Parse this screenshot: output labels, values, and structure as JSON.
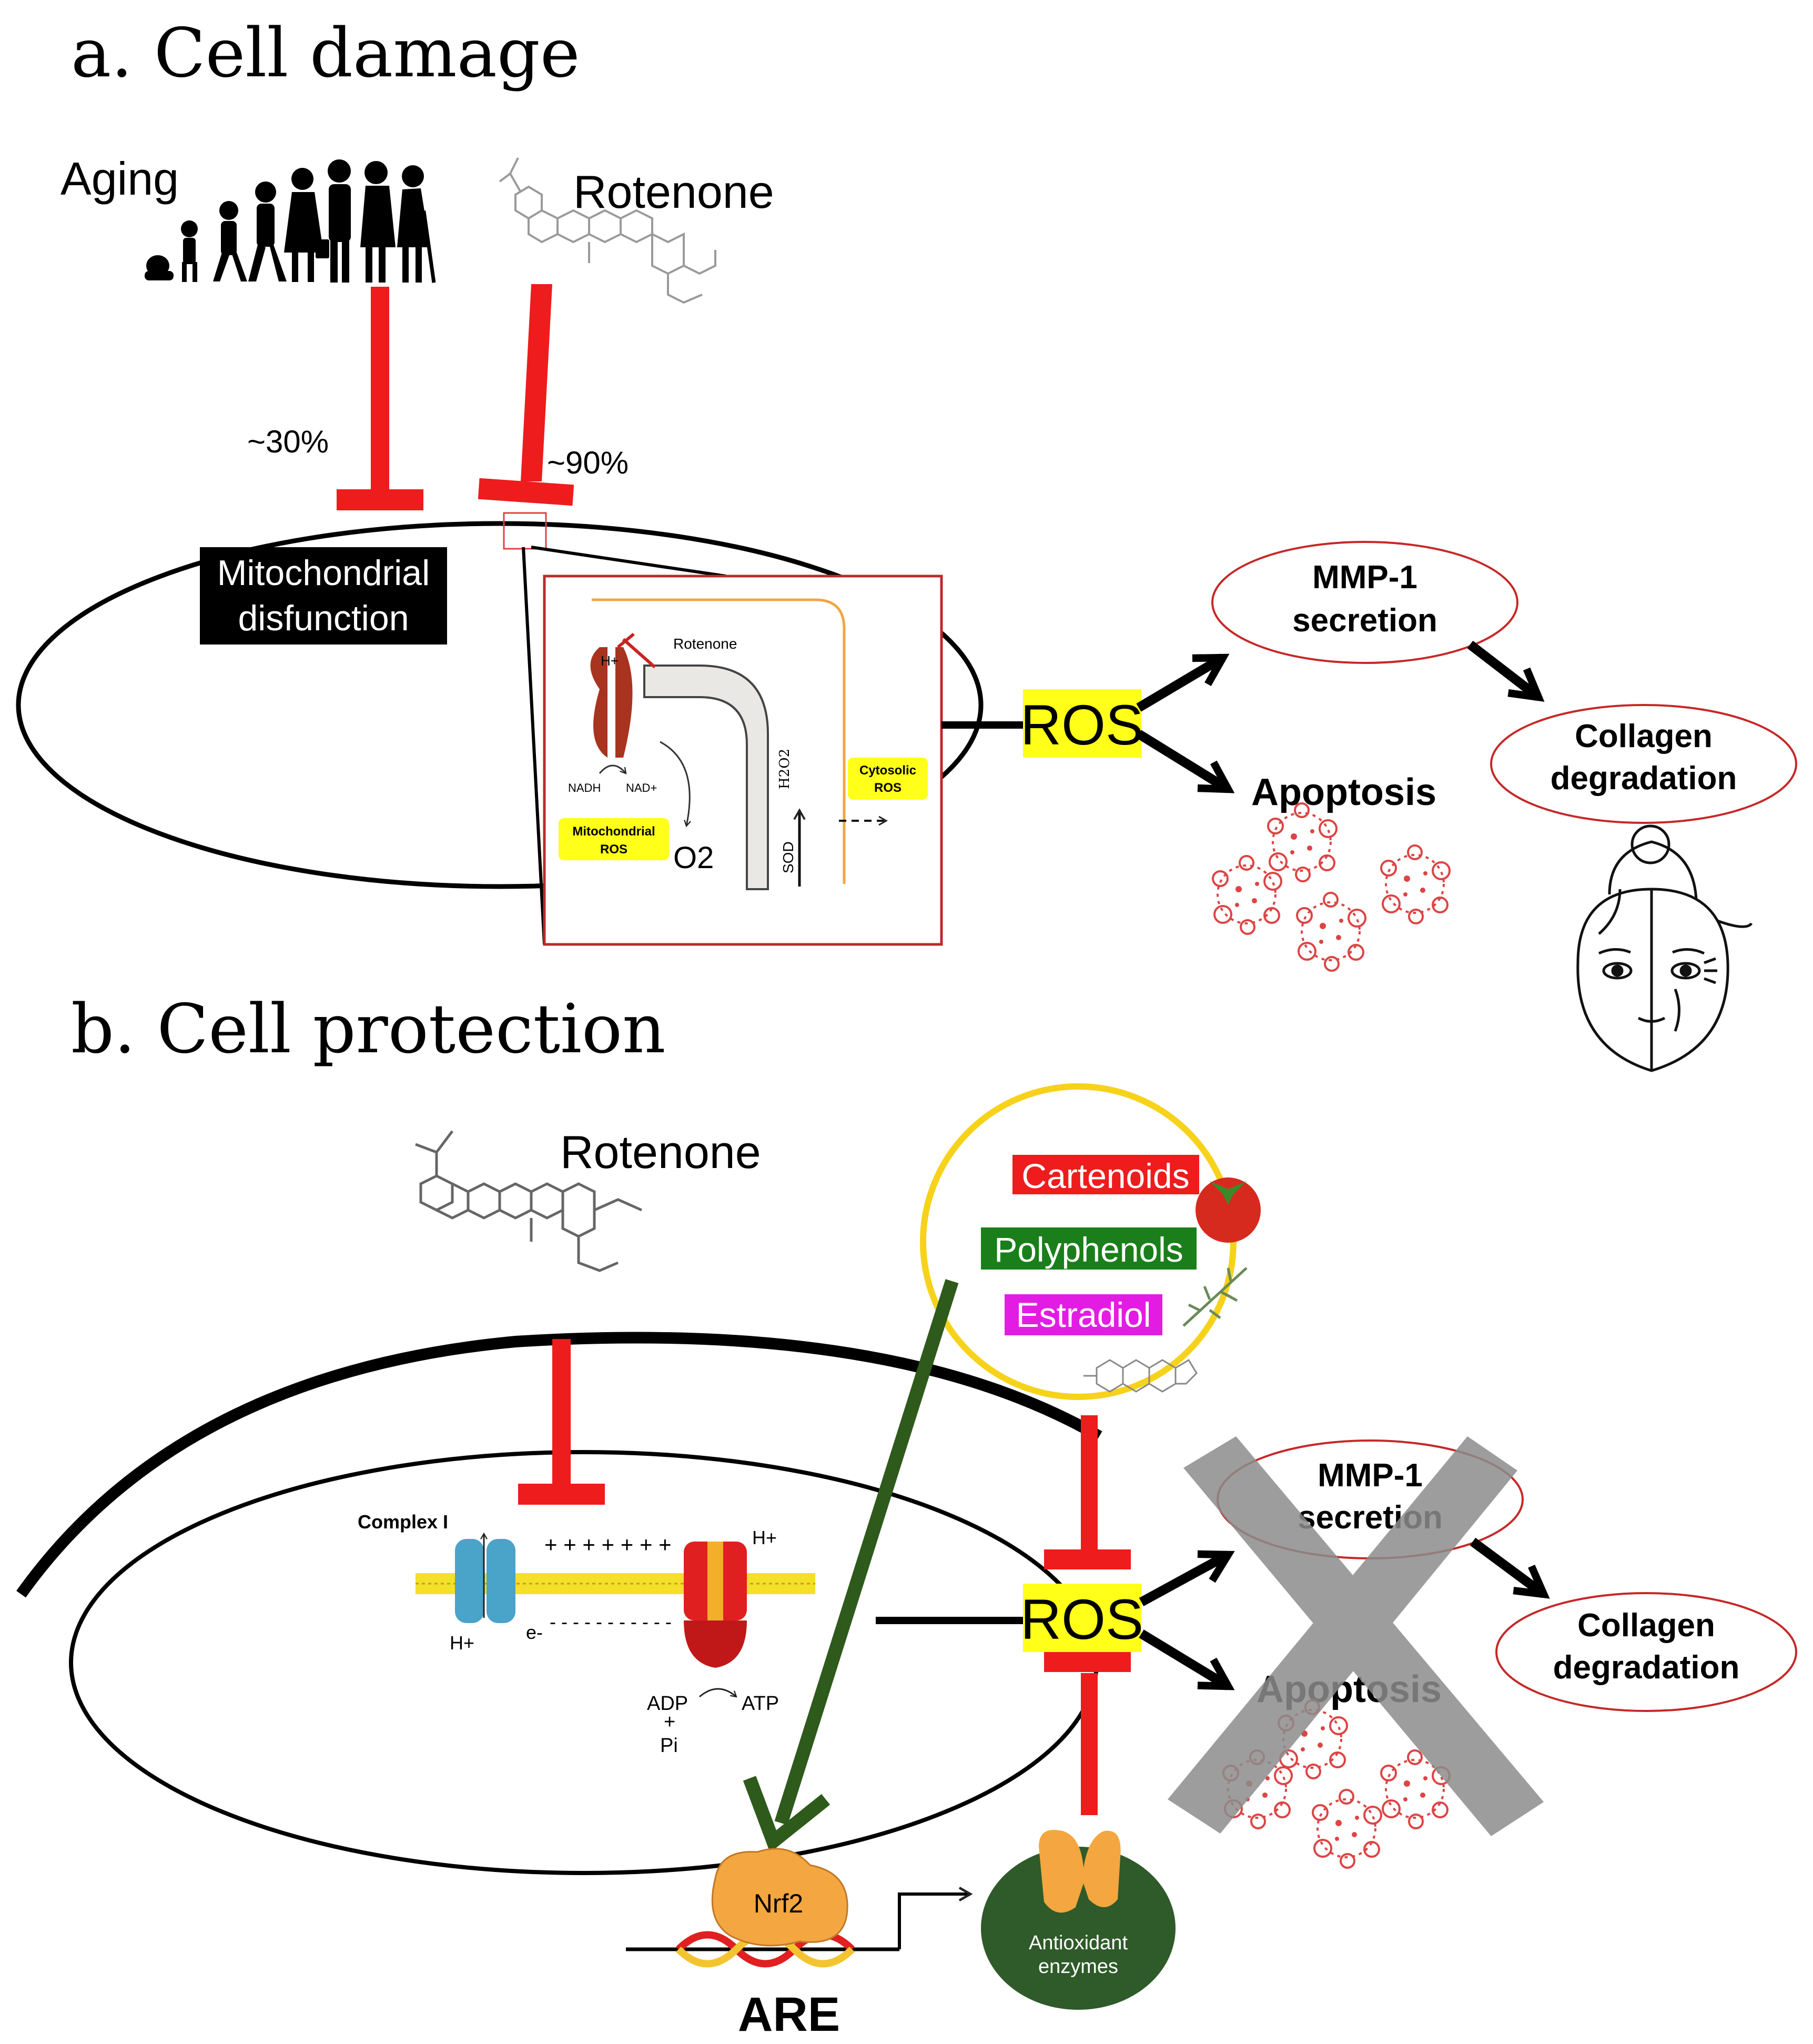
{
  "panel_a": {
    "title": "a. Cell damage",
    "aging_label": "Aging",
    "rotenone_label": "Rotenone",
    "pct_aging": "~30%",
    "pct_rotenone": "~90%",
    "mito_line1": "Mitochondrial",
    "mito_line2": "disfunction",
    "inset": {
      "rotenone": "Rotenone",
      "hplus": "H+",
      "nadh": "NADH",
      "nad": "NAD+",
      "mito_ros_1": "Mitochondrial",
      "mito_ros_2": "ROS",
      "o2": "O2",
      "sod": "SOD",
      "h2o2": "H2O2",
      "cyto_ros_1": "Cytosolic",
      "cyto_ros_2": "ROS"
    },
    "ros": "ROS",
    "mmp_1": "MMP-1",
    "mmp_2": "secretion",
    "apoptosis": "Apoptosis",
    "collagen_1": "Collagen",
    "collagen_2": "degradation"
  },
  "panel_b": {
    "title": "b. Cell protection",
    "rotenone_label": "Rotenone",
    "complex": "Complex I",
    "plus_row": "+ + + + + + +",
    "minus_row": "- - - - - - - - - - -",
    "hplus_top": "H+",
    "hplus_bottom": "H+",
    "eminus": "e-",
    "adp": "ADP",
    "atp": "ATP",
    "plus": "+",
    "pi": "Pi",
    "antioxidants": [
      "Cartenoids",
      "Polyphenols",
      "Estradiol"
    ],
    "antioxidant_colors": [
      "#ee1c1c",
      "#1a7f1a",
      "#e31ce3"
    ],
    "ros": "ROS",
    "mmp_1": "MMP-1",
    "mmp_2": "secretion",
    "apoptosis": "Apoptosis",
    "collagen_1": "Collagen",
    "collagen_2": "degradation",
    "nrf2": "Nrf2",
    "enzymes_1": "Antioxidant",
    "enzymes_2": "enzymes",
    "are": "ARE"
  },
  "colors": {
    "inhibit_red": "#ee1c1c",
    "ros_highlight": "#ffff1a",
    "oval_stroke": "#c62828",
    "arrow_green": "#2e5a1c",
    "enzyme_green": "#2f5a2a",
    "nrf2_orange": "#f4a640",
    "cross_gray": "#8c8c8c"
  }
}
